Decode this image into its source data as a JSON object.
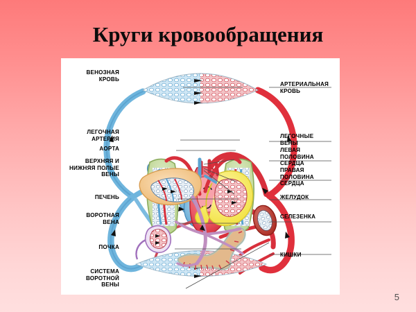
{
  "slide": {
    "title": "Круги кровообращения",
    "page_number": "5",
    "background_top_color": "#fd7a7a",
    "background_bottom_color": "#ffdfdf",
    "panel_background": "#ffffff"
  },
  "diagram": {
    "name": "circulatory-system-diagram",
    "colors": {
      "venous_blue": "#6fb5dd",
      "venous_blue_dark": "#3f8fc0",
      "arterial_red": "#e0303c",
      "arterial_red_dark": "#c21f2c",
      "heart_red": "#e8525e",
      "heart_pink": "#f598a1",
      "lung_green": "#9fc26a",
      "liver_tan": "#f0c48a",
      "stomach_yellow": "#f5e85a",
      "spleen_red": "#c0392b",
      "kidney_purple": "#b07fc4",
      "portal_vein_mauve": "#c08fc0",
      "intestine_tan": "#e8b98a",
      "capillary_blue": "#7fbde0",
      "capillary_red": "#d94450"
    },
    "labels_left": [
      {
        "id": "venous-blood",
        "text": "ВЕНОЗНАЯ\nКРОВЬ"
      },
      {
        "id": "pulmonary-artery",
        "text": "ЛЕГОЧНАЯ\nАРТЕРИЯ"
      },
      {
        "id": "aorta",
        "text": "АОРТА"
      },
      {
        "id": "vena-cava",
        "text": "ВЕРХНЯЯ И\nНИЖНЯЯ ПОЛЫЕ\nВЕНЫ"
      },
      {
        "id": "liver",
        "text": "ПЕЧЕНЬ"
      },
      {
        "id": "portal-vein",
        "text": "ВОРОТНАЯ\nВЕНА"
      },
      {
        "id": "kidney",
        "text": "ПОЧКА"
      },
      {
        "id": "portal-vein-system",
        "text": "СИСТЕМА\nВОРОТНОЙ\nВЕНЫ"
      }
    ],
    "labels_right": [
      {
        "id": "arterial-blood",
        "text": "АРТЕРИАЛЬНАЯ\nКРОВЬ"
      },
      {
        "id": "pulmonary-veins",
        "text": "ЛЕГОЧНЫЕ\nВЕНЫ"
      },
      {
        "id": "left-heart-half",
        "text": "ЛЕВАЯ\nПОЛОВИНА\nСЕРДЦА"
      },
      {
        "id": "right-heart-half",
        "text": "ПРАВАЯ\nПОЛОВИНА\nСЕРДЦА"
      },
      {
        "id": "stomach",
        "text": "ЖЕЛУДОК"
      },
      {
        "id": "spleen",
        "text": "СЕЛЕЗЕНКА"
      },
      {
        "id": "intestines",
        "text": "КИШКИ"
      }
    ]
  }
}
